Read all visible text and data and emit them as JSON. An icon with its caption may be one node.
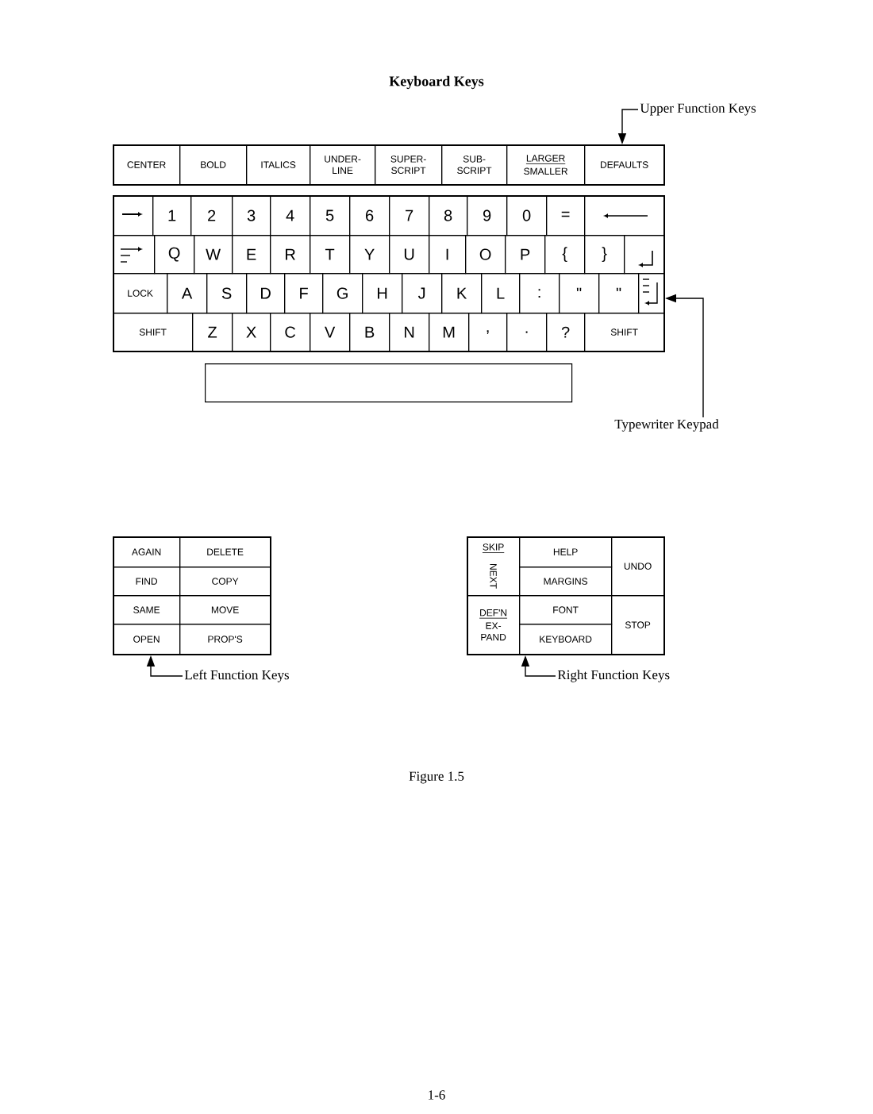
{
  "diagram": {
    "title": "Keyboard Keys",
    "nodes": [
      {
        "text": [
          "Upper Function Keys"
        ]
      },
      {
        "text": [],
        "shape": "box"
      },
      {
        "text": [
          "CENTER"
        ],
        "in": 1
      },
      {
        "text": [
          "BOLD"
        ],
        "in": 1
      },
      {
        "text": [
          "ITALICS"
        ],
        "in": 1
      },
      {
        "text": [
          "UNDER- LINE"
        ],
        "in": 1
      },
      {
        "text": [
          "SUPER- SCRIPT"
        ],
        "in": 1
      },
      {
        "text": [
          "SUB- SCRIPT"
        ],
        "in": 1
      },
      {
        "text": [
          "LARGER",
          "SMALLER"
        ],
        "in": 1
      },
      {
        "text": [
          "DEFAULTS"
        ],
        "in": 1
      },
      {
        "text": [],
        "shape": "box"
      },
      {
        "text": [],
        "shape": "box",
        "in": 10
      },
      {
        "text": [
          "1"
        ],
        "in": 10
      },
      {
        "text": [
          "2"
        ],
        "in": 10
      },
      {
        "text": [
          "3"
        ],
        "in": 10
      },
      {
        "text": [
          "4"
        ],
        "in": 10
      },
      {
        "text": [
          "5"
        ],
        "in": 10
      },
      {
        "text": [
          "6"
        ],
        "in": 10
      },
      {
        "text": [
          "7"
        ],
        "in": 10
      },
      {
        "text": [
          "8"
        ],
        "in": 10
      },
      {
        "text": [
          "9"
        ],
        "in": 10
      },
      {
        "text": [
          "0"
        ],
        "in": 10
      },
      {
        "text": [
          "="
        ],
        "in": 10
      },
      {
        "text": [],
        "shape": "box",
        "in": 10
      },
      {
        "text": [],
        "shape": "box",
        "in": 10
      },
      {
        "text": [
          "Q"
        ],
        "in": 10
      },
      {
        "text": [
          "W"
        ],
        "in": 10
      },
      {
        "text": [
          "E"
        ],
        "in": 10
      },
      {
        "text": [
          "R"
        ],
        "in": 10
      },
      {
        "text": [
          "T"
        ],
        "in": 10
      },
      {
        "text": [
          "Y"
        ],
        "in": 10
      },
      {
        "text": [
          "U"
        ],
        "in": 10
      },
      {
        "text": [
          "I"
        ],
        "in": 10
      },
      {
        "text": [
          "O"
        ],
        "in": 10
      },
      {
        "text": [
          "P"
        ],
        "in": 10
      },
      {
        "text": [
          "{"
        ],
        "in": 10
      },
      {
        "text": [
          "}"
        ],
        "in": 10
      },
      {
        "text": [],
        "shape": "box",
        "in": 10
      },
      {
        "text": [
          "LOCK"
        ],
        "in": 10
      },
      {
        "text": [
          "A"
        ],
        "in": 10
      },
      {
        "text": [
          "S"
        ],
        "in": 10
      },
      {
        "text": [
          "D"
        ],
        "in": 10
      },
      {
        "text": [
          "F"
        ],
        "in": 10
      },
      {
        "text": [
          "G"
        ],
        "in": 10
      },
      {
        "text": [
          "H"
        ],
        "in": 10
      },
      {
        "text": [
          "J"
        ],
        "in": 10
      },
      {
        "text": [
          "K"
        ],
        "in": 10
      },
      {
        "text": [
          "L"
        ],
        "in": 10
      },
      {
        "text": [
          ":"
        ],
        "in": 10
      },
      {
        "text": [
          "\""
        ],
        "in": 10
      },
      {
        "text": [
          "\""
        ],
        "in": 10
      },
      {
        "text": [],
        "shape": "box",
        "in": 10
      },
      {
        "text": [
          "SHIFT"
        ],
        "in": 10
      },
      {
        "text": [
          "Z"
        ],
        "in": 10
      },
      {
        "text": [
          "X"
        ],
        "in": 10
      },
      {
        "text": [
          "C"
        ],
        "in": 10
      },
      {
        "text": [
          "V"
        ],
        "in": 10
      },
      {
        "text": [
          "B"
        ],
        "in": 10
      },
      {
        "text": [
          "N"
        ],
        "in": 10
      },
      {
        "text": [
          "M"
        ],
        "in": 10
      },
      {
        "text": [
          ","
        ],
        "in": 10
      },
      {
        "text": [
          "."
        ],
        "in": 10
      },
      {
        "text": [
          "?"
        ],
        "in": 10
      },
      {
        "text": [
          "SHIFT"
        ],
        "in": 10
      },
      {
        "text": [],
        "shape": "box"
      },
      {
        "text": [
          "Typewriter Keypad"
        ]
      },
      {
        "text": [],
        "shape": "box"
      },
      {
        "text": [
          "AGAIN"
        ],
        "in": 66
      },
      {
        "text": [
          "DELETE"
        ],
        "in": 66
      },
      {
        "text": [
          "FIND"
        ],
        "in": 66
      },
      {
        "text": [
          "COPY"
        ],
        "in": 66
      },
      {
        "text": [
          "SAME"
        ],
        "in": 66
      },
      {
        "text": [
          "MOVE"
        ],
        "in": 66
      },
      {
        "text": [
          "OPEN"
        ],
        "in": 66
      },
      {
        "text": [
          "PROP'S"
        ],
        "in": 66
      },
      {
        "text": [
          "Left Function Keys"
        ]
      },
      {
        "text": [],
        "shape": "box"
      },
      {
        "text": [
          "SKIP",
          "NEXT"
        ],
        "in": 76
      },
      {
        "text": [
          "HELP"
        ],
        "in": 76
      },
      {
        "text": [
          "UNDO"
        ],
        "in": 76
      },
      {
        "text": [
          "MARGINS"
        ],
        "in": 76
      },
      {
        "text": [
          "DEF'N",
          "EX- PAND"
        ],
        "in": 76
      },
      {
        "text": [
          "FONT"
        ],
        "in": 76
      },
      {
        "text": [
          "STOP"
        ],
        "in": 76
      },
      {
        "text": [
          "KEYBOARD"
        ],
        "in": 76
      },
      {
        "text": [
          "Right Function Keys"
        ]
      }
    ],
    "edges": [
      {
        "from": 0,
        "to": 1,
        "arrow": "to"
      },
      {
        "from": 65,
        "to": 10,
        "arrow": "to"
      },
      {
        "from": 75,
        "to": 66,
        "arrow": "to"
      },
      {
        "from": 85,
        "to": 76,
        "arrow": "to"
      }
    ],
    "labels": [
      "Figure 1.5",
      "1-6"
    ]
  }
}
